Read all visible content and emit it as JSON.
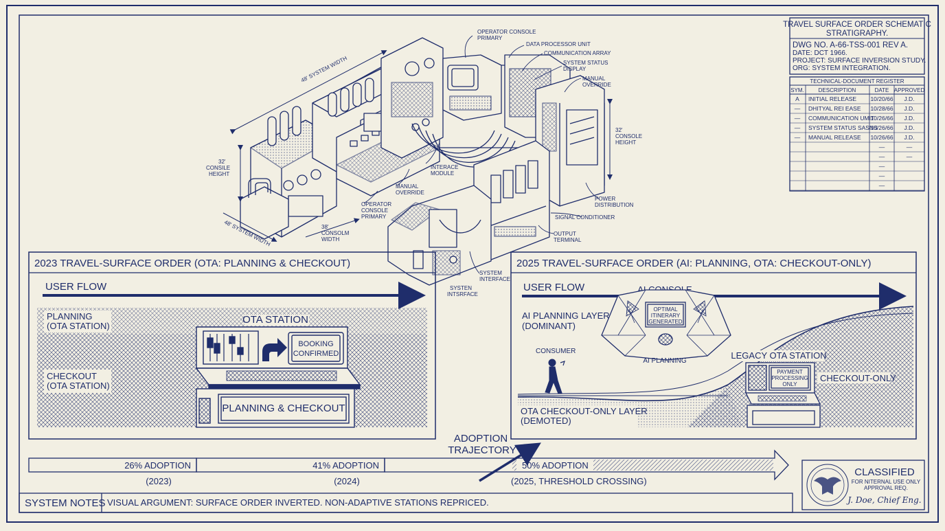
{
  "title_block": {
    "title_line1": "TRAVEL SURFACE ORDER SCHEMATIC",
    "title_line2": "STRATIGRAPHY.",
    "dwg_no": "DWG NO. A-66-TSS-001   REV A.",
    "date": "DATE: DCT 1966.",
    "project": "PROJECT: SURFACE INVERSION STUDY.",
    "org": "ORG: SYSTEM INTEGRATION."
  },
  "register": {
    "title": "TECHNICAL-DOCUMENT REGISTER",
    "headers": [
      "SYM.",
      "DESCRIPTION",
      "DATE",
      "APPROVED"
    ],
    "rows": [
      [
        "A",
        "INITIAL RELEASE",
        "10/20/66",
        "J.D."
      ],
      [
        "—",
        "DHITYAL REI EASE",
        "10/28/66",
        "J.D."
      ],
      [
        "—",
        "COMMUNICATION UMIT",
        "10/26/66",
        "J.D."
      ],
      [
        "—",
        "SYSTEM STATUS SASNS",
        "10/26/66",
        "J.D."
      ],
      [
        "—",
        "MANUAL RELEASE",
        "10/26/66",
        "J.D."
      ],
      [
        "",
        "",
        "—",
        "—"
      ],
      [
        "",
        "",
        "—",
        "—"
      ],
      [
        "",
        "",
        "—",
        ""
      ],
      [
        "",
        "",
        "—",
        ""
      ],
      [
        "",
        "",
        "—",
        ""
      ]
    ]
  },
  "console_labels": {
    "operator_console_top": [
      "OPERATOR CONSOLE",
      "PRIMARY"
    ],
    "data_processor": "DATA PROCESSOR UNIT",
    "communication_array": "COMMUNICATION ARRAY",
    "system_status": [
      "SYSTEM STATUS",
      "DISPLAY"
    ],
    "manual_override_right": [
      "MANUAL",
      "OVERRIDE"
    ],
    "height_right": [
      "32'",
      "CONSOLE",
      "HEIGHT"
    ],
    "power_distribution": [
      "POWER",
      "DISTRIBUTION"
    ],
    "signal_conditioner": "SIGNAL CONDITIONER",
    "output_terminal": [
      "OUTPUT",
      "TERMINAL"
    ],
    "system_interface": [
      "SYSTEM",
      "INTERFACE"
    ],
    "system_intrface": [
      "SYSTEN",
      "INTSRFACE"
    ],
    "interface_module": [
      "INTERACE",
      "MODULE"
    ],
    "manual_override_mid": [
      "MANUAL",
      "OVERRIDE"
    ],
    "operator_console_mid": [
      "OPERATOR",
      "CONSOLE",
      "PRIMARY"
    ],
    "console_width": [
      "38'",
      "CONSOLM",
      "WIDTH"
    ],
    "height_left": [
      "32'",
      "CONSILE",
      "HEIGHT"
    ],
    "length_top": "48' SYSTEM WIDTH",
    "length_bottom": "48' SYSTEM WIDTH"
  },
  "panel_2023": {
    "title": "2023 TRAVEL-SURFACE ORDER (OTA: PLANNING & CHECKOUT)",
    "user_flow": "USER FLOW",
    "planning": [
      "PLANNING",
      "(OTA STATION)"
    ],
    "checkout": [
      "CHECKOUT",
      "(OTA STATION)"
    ],
    "station": "OTA STATION",
    "booking": [
      "BOOKING",
      "CONFIRMED"
    ],
    "base_label": "PLANNING & CHECKOUT"
  },
  "panel_2025": {
    "title": "2025 TRAVEL-SURFACE ORDER (AI: PLANNING, OTA: CHECKOUT-ONLY)",
    "user_flow": "USER FLOW",
    "ai_console": "AI CONSOLE",
    "ai_layer": [
      "AI PLANNING LAYER",
      "(DOMINANT)"
    ],
    "itinerary": [
      "OPTIMAL",
      "ITINERARY",
      "GENERATED"
    ],
    "ai_planning": "AI PLANNING",
    "consumer": "CONSUMER",
    "legacy": "LEGACY OTA STATION",
    "payment": [
      "PAYMENT",
      "PROCESSING",
      "ONLY"
    ],
    "checkout_only": "CHECKOUT-ONLY",
    "ota_layer": [
      "OTA CHECKOUT-ONLY LAYER",
      "(DEMOTED)"
    ]
  },
  "adoption": {
    "trajectory": [
      "ADOPTION",
      "TRAJECTORY"
    ],
    "stages": [
      {
        "label": "26% ADOPTION",
        "year": "(2023)"
      },
      {
        "label": "41% ADOPTION",
        "year": "(2024)"
      },
      {
        "label": "50% ADOPTION",
        "year": "(2025, THRESHOLD CROSSING)"
      }
    ]
  },
  "notes": {
    "label": "SYSTEM NOTES",
    "text": "VISUAL ARGUMENT: SURFACE ORDER INVERTED. NON-ADAPTIVE STATIONS REPRICED."
  },
  "stamp": {
    "classified": "CLASSIFIED",
    "line1": "FOR NITERNAL USE ONLY",
    "line2": "APPROVAL REQ.",
    "signature": "J. Doe, Chief Eng."
  },
  "colors": {
    "ink": "#1f2d6b",
    "paper": "#f2efe3"
  }
}
